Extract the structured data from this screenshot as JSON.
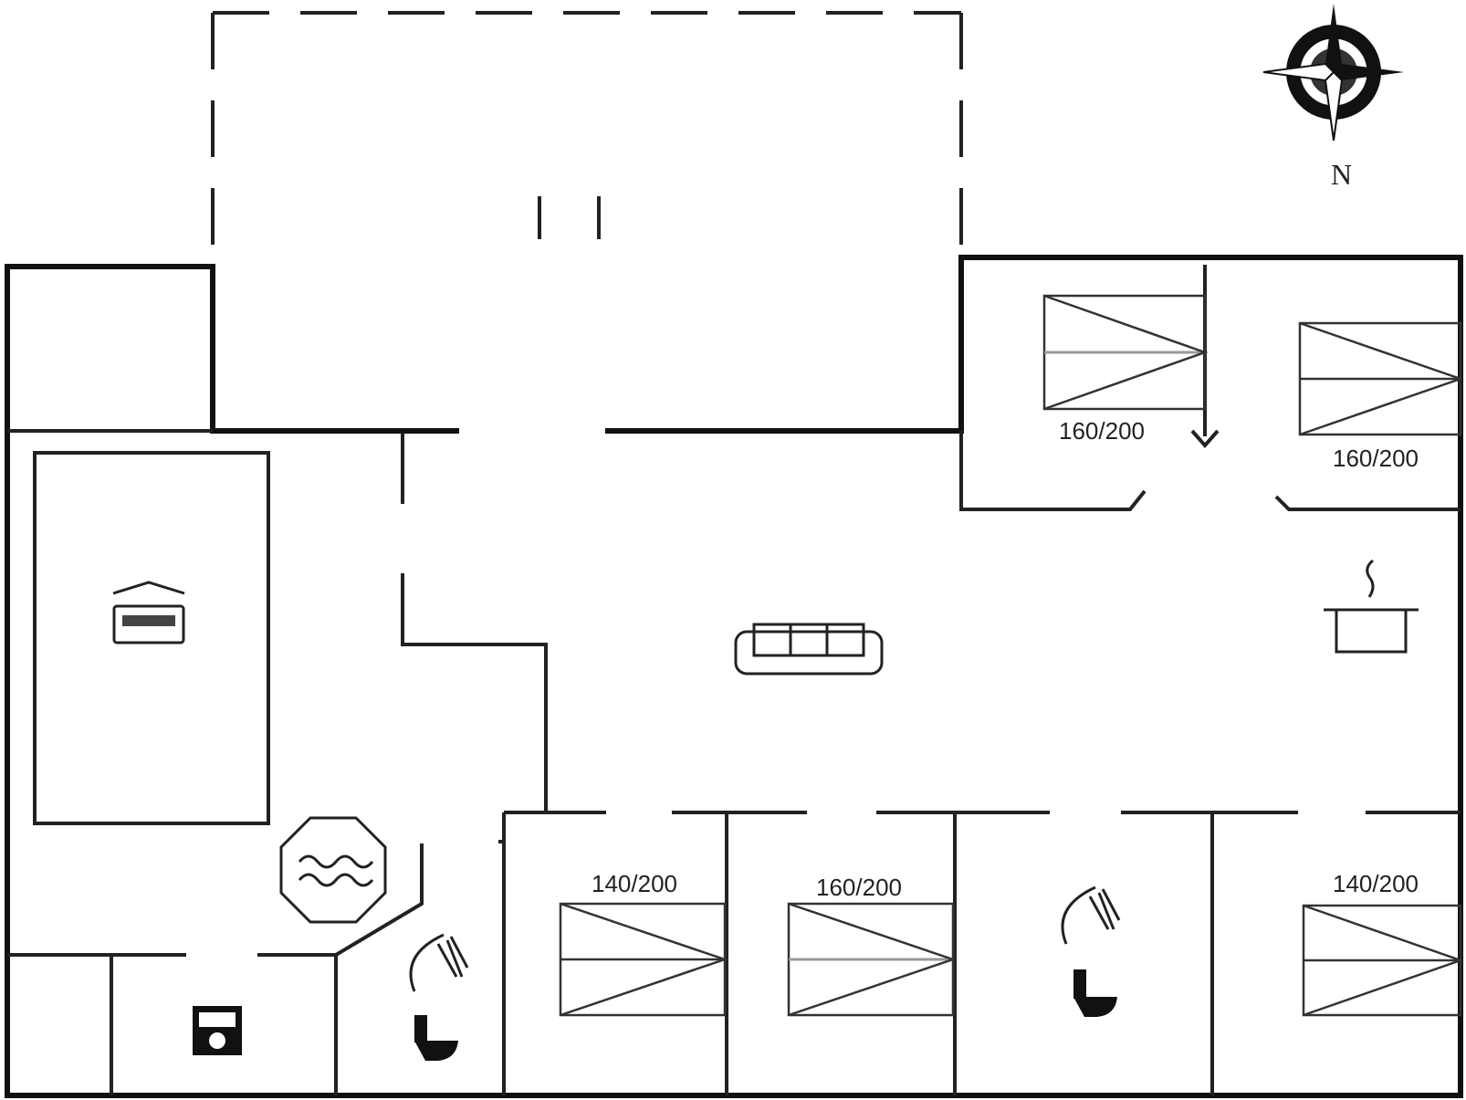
{
  "compass": {
    "label": "N"
  },
  "beds": {
    "top_left": "160/200",
    "top_right": "160/200",
    "bottom_1": "140/200",
    "bottom_2": "160/200",
    "bottom_4": "140/200"
  },
  "icons": {
    "compass": "compass-rose-icon",
    "sauna": "sauna-house-icon",
    "sofa": "sofa-icon",
    "kitchen": "cooking-pot-icon",
    "spa": "hot-tub-icon",
    "shower": "shower-icon",
    "toilet": "toilet-icon",
    "laundry": "washing-machine-icon"
  }
}
